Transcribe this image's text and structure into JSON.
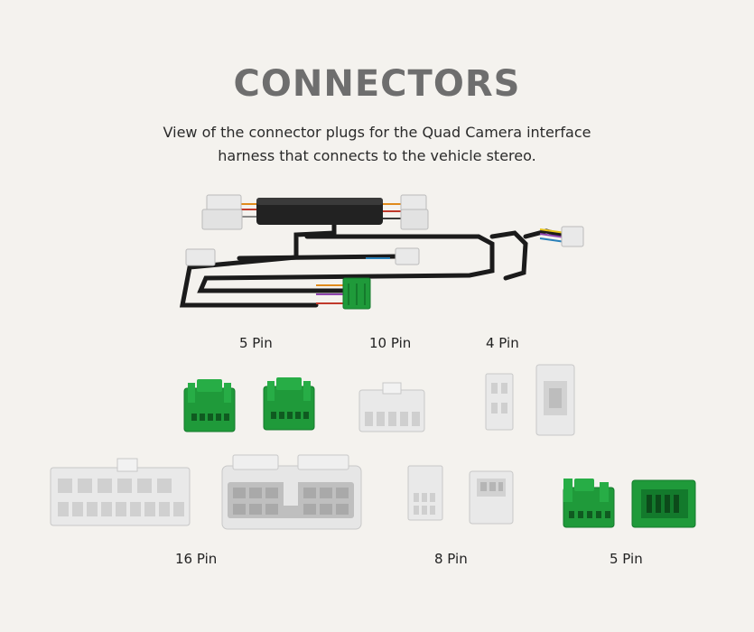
{
  "header": {
    "title": "CONNECTORS",
    "subtitle": "View of the connector plugs for the Quad Camera interface harness that connects to the vehicle stereo."
  },
  "labels": {
    "pin5_top": "5 Pin",
    "pin10": "10 Pin",
    "pin4": "4 Pin",
    "pin16": "16 Pin",
    "pin8": "8 Pin",
    "pin5_bottom": "5 Pin"
  },
  "colors": {
    "background": "#f4f2ee",
    "title": "#6e6e6e",
    "connector_white": "#e9e9e9",
    "connector_green": "#1f9a3a",
    "cable": "#1b1b1b"
  }
}
